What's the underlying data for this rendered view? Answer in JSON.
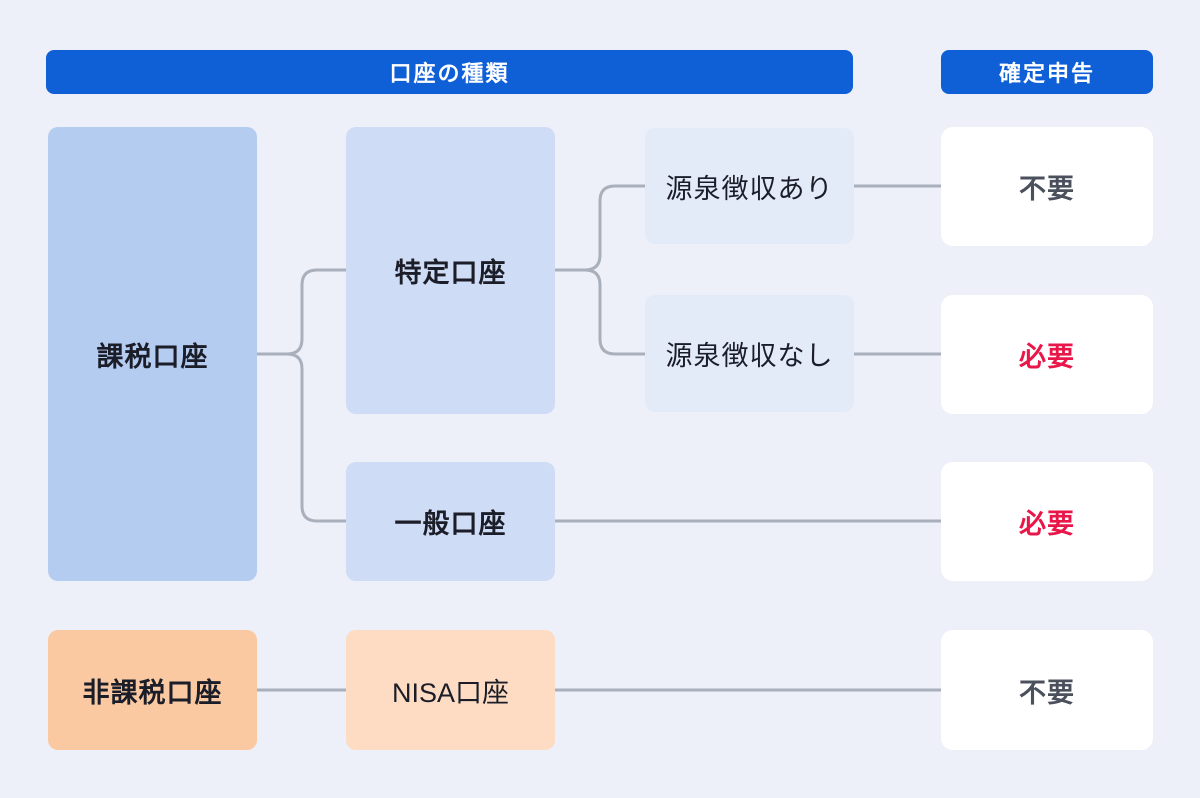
{
  "headers": {
    "account_types": {
      "label": "口座の種類"
    },
    "tax_filing": {
      "label": "確定申告"
    }
  },
  "nodes": {
    "kazei": {
      "label": "課税口座"
    },
    "tokutei": {
      "label": "特定口座"
    },
    "ippan": {
      "label": "一般口座"
    },
    "gensen_ari": {
      "label": "源泉徴収あり"
    },
    "gensen_nashi": {
      "label": "源泉徴収なし"
    },
    "hikazei": {
      "label": "非課税口座"
    },
    "nisa": {
      "label": "NISA口座"
    }
  },
  "results": {
    "tokutei_ari": {
      "label": "不要",
      "required": false
    },
    "tokutei_nashi": {
      "label": "必要",
      "required": true
    },
    "ippan": {
      "label": "必要",
      "required": true
    },
    "nisa": {
      "label": "不要",
      "required": false
    }
  },
  "colors": {
    "page_background": "#edf0f9",
    "header_background": "#0f5fd6",
    "header_text": "#ffffff",
    "taxable_root_fill": "#b5ccf1",
    "taxable_child_fill": "#cfdcf5",
    "withholding_fill": "#e4ebf8",
    "nontaxable_root_fill": "#fac9a2",
    "nontaxable_child_fill": "#fddcc3",
    "result_fill": "#ffffff",
    "label_text": "#1b1e28",
    "not_required_text": "#4b515c",
    "required_text": "#e81649",
    "connector_line": "#a9b0bc"
  }
}
